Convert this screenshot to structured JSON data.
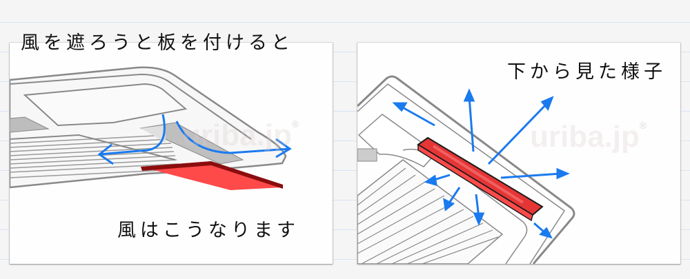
{
  "panels": [
    {
      "id": "left",
      "title": "風を遮ろうと板を付けると",
      "caption": "風はこうなります",
      "watermark": "uriba.jp",
      "description": "Side view of ceiling cassette air conditioner with red deflector board; airflow arrows curl back",
      "colors": {
        "board": "#f04040",
        "board_edge": "#8b0d0d",
        "arrow": "#1a7aef",
        "outline": "#8a8a8a"
      }
    },
    {
      "id": "right",
      "title": "下から見た様子",
      "watermark": "uriba.jp",
      "description": "Bottom view of cassette unit with red board over outlet; arrows spreading in many directions",
      "colors": {
        "board": "#e53535",
        "board_edge": "#1a1a1a",
        "arrow": "#1a7aef",
        "outline": "#8a8a8a"
      }
    }
  ],
  "watermark_symbol": "®"
}
